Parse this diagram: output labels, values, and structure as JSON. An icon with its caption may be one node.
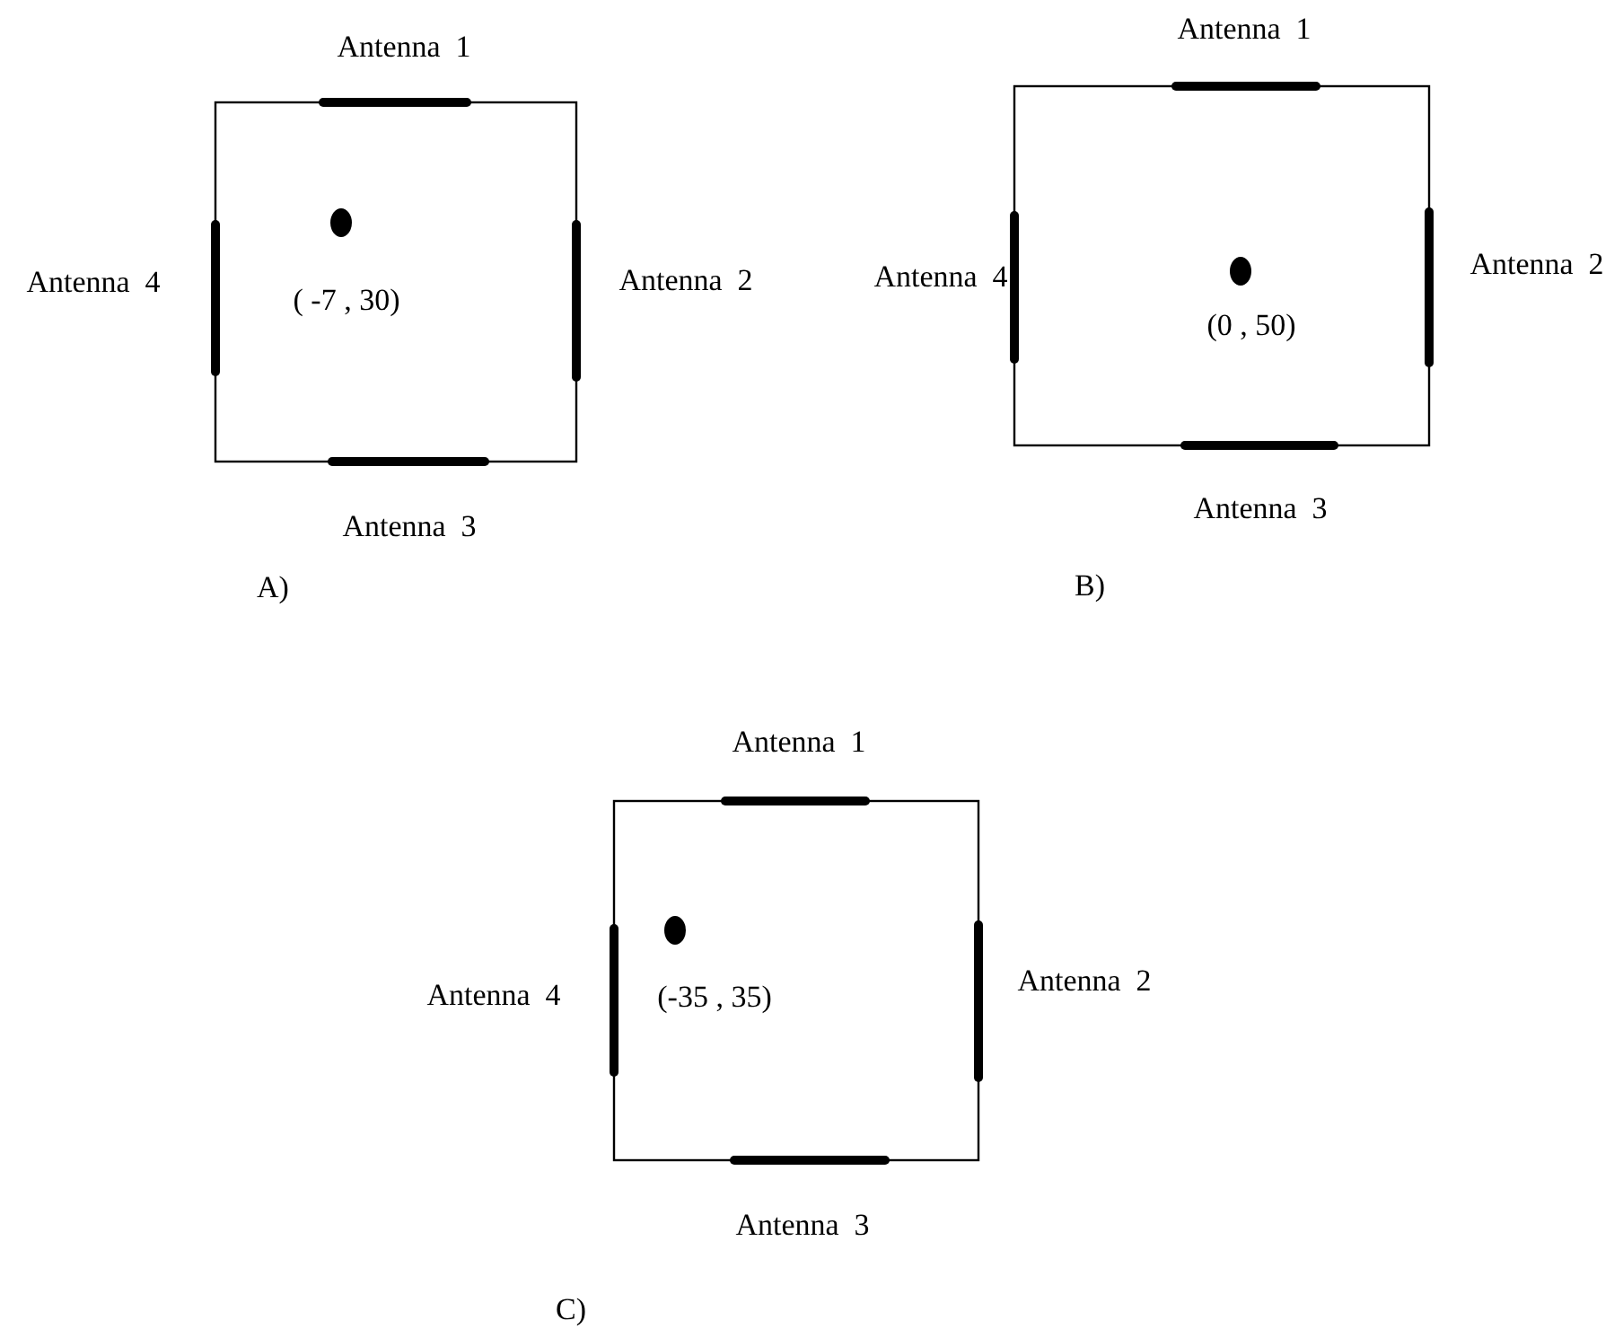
{
  "diagram": {
    "labels": [
      "Antenna  1",
      "Antenna  4",
      "( -7 , 30)",
      "Antenna  2",
      "Antenna  3",
      "A)",
      "Antenna  1",
      "Antenna  4",
      "(0 , 50)",
      "Antenna  2",
      "Antenna  3",
      "B)",
      "Antenna  1",
      "Antenna  4",
      "(-35 , 35)",
      "Antenna  2",
      "Antenna  3",
      "C)"
    ]
  }
}
